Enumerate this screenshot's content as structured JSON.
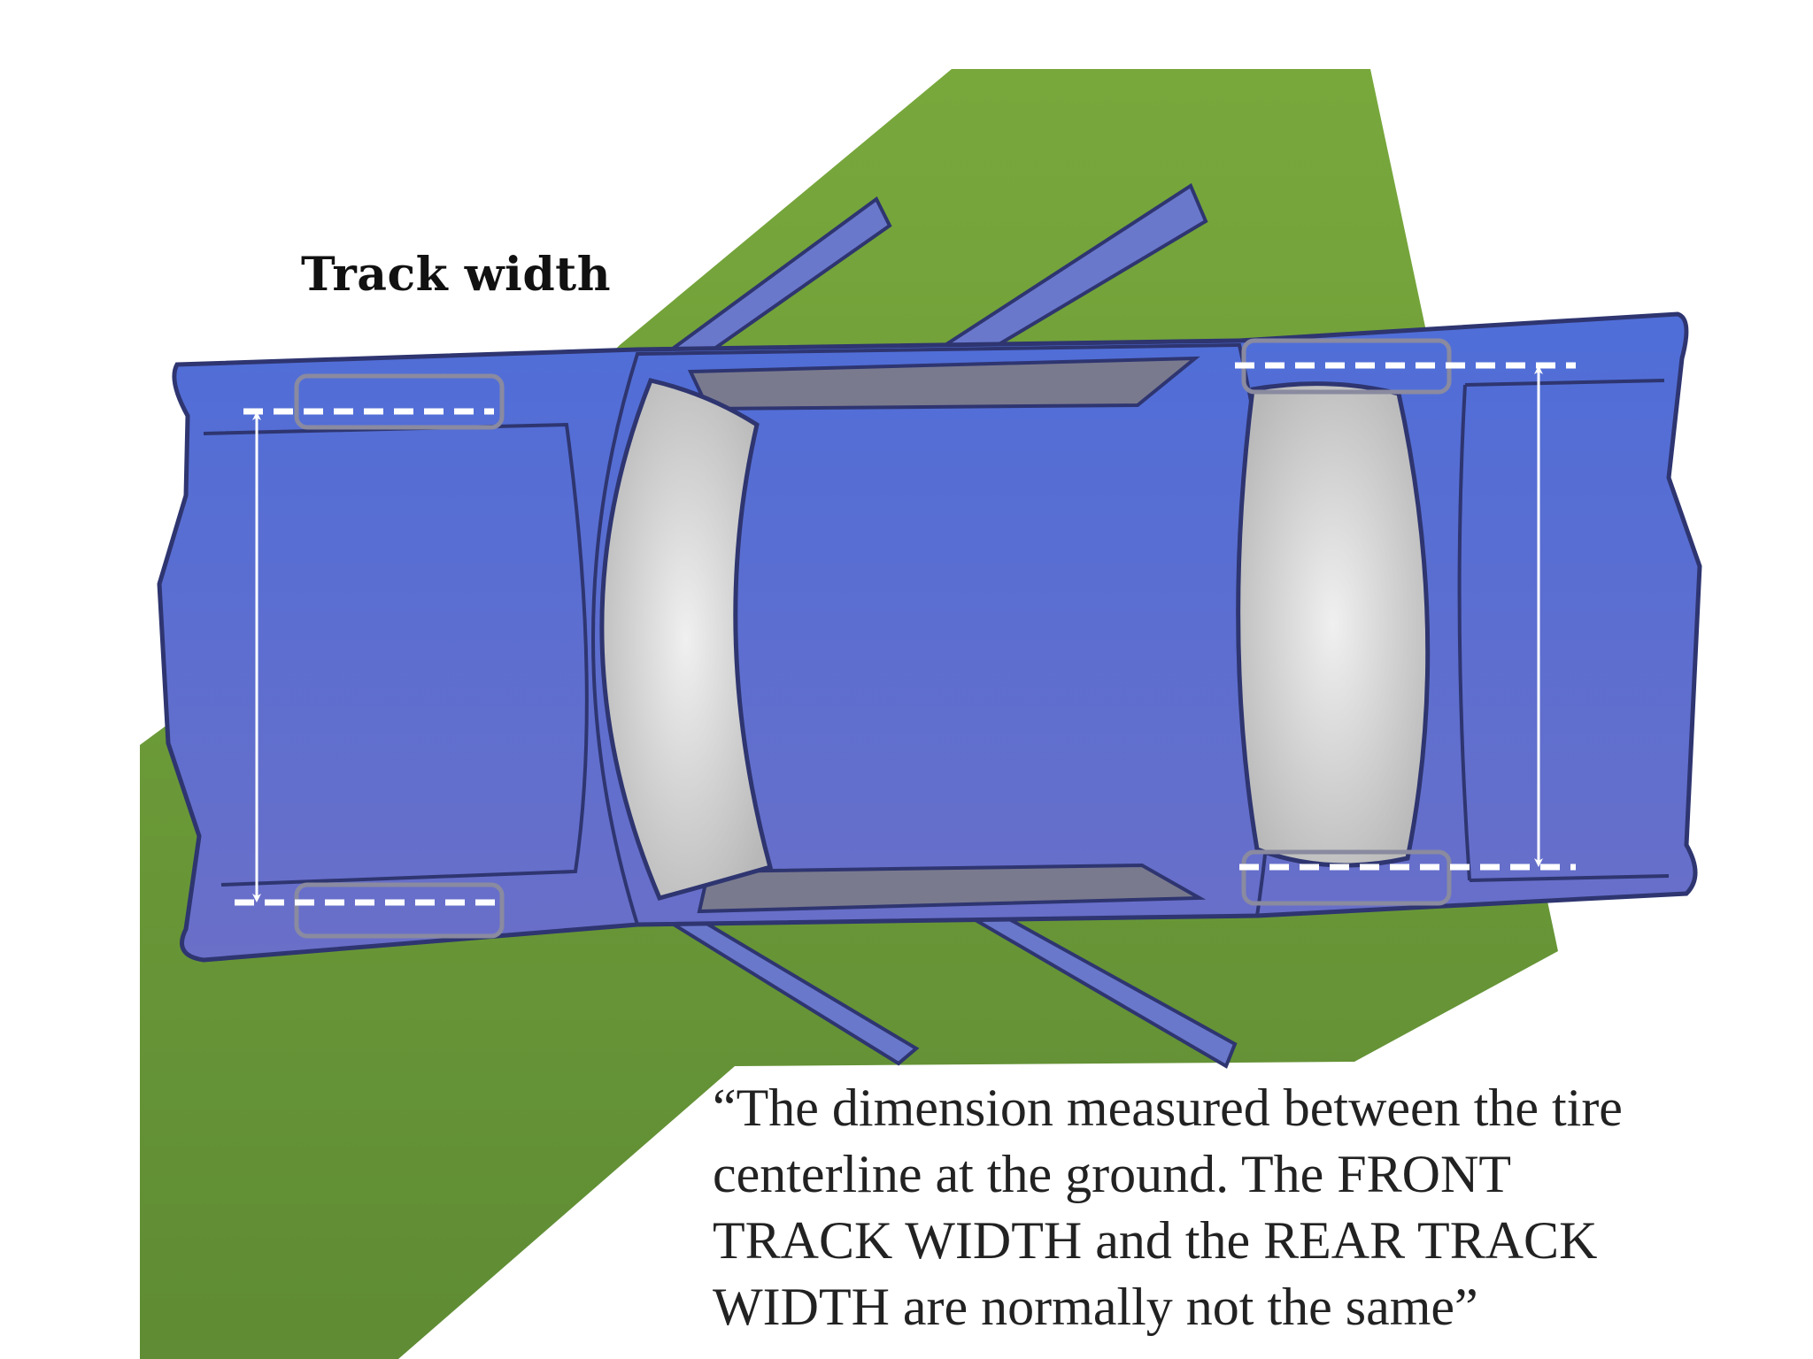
{
  "diagram": {
    "title": "Track width",
    "caption_lines": [
      "“The dimension measured between the tire",
      "centerline at the ground. The FRONT",
      "TRACK WIDTH and the REAR TRACK",
      "WIDTH are normally not the same”"
    ]
  },
  "colors": {
    "ground": "#6e9a38",
    "car_body": "#5a6fd0",
    "car_outline": "#2e3570",
    "glass": "#d8d8d8",
    "measure_lines": "#ffffff",
    "tire_outline": "#8a8aa0"
  }
}
